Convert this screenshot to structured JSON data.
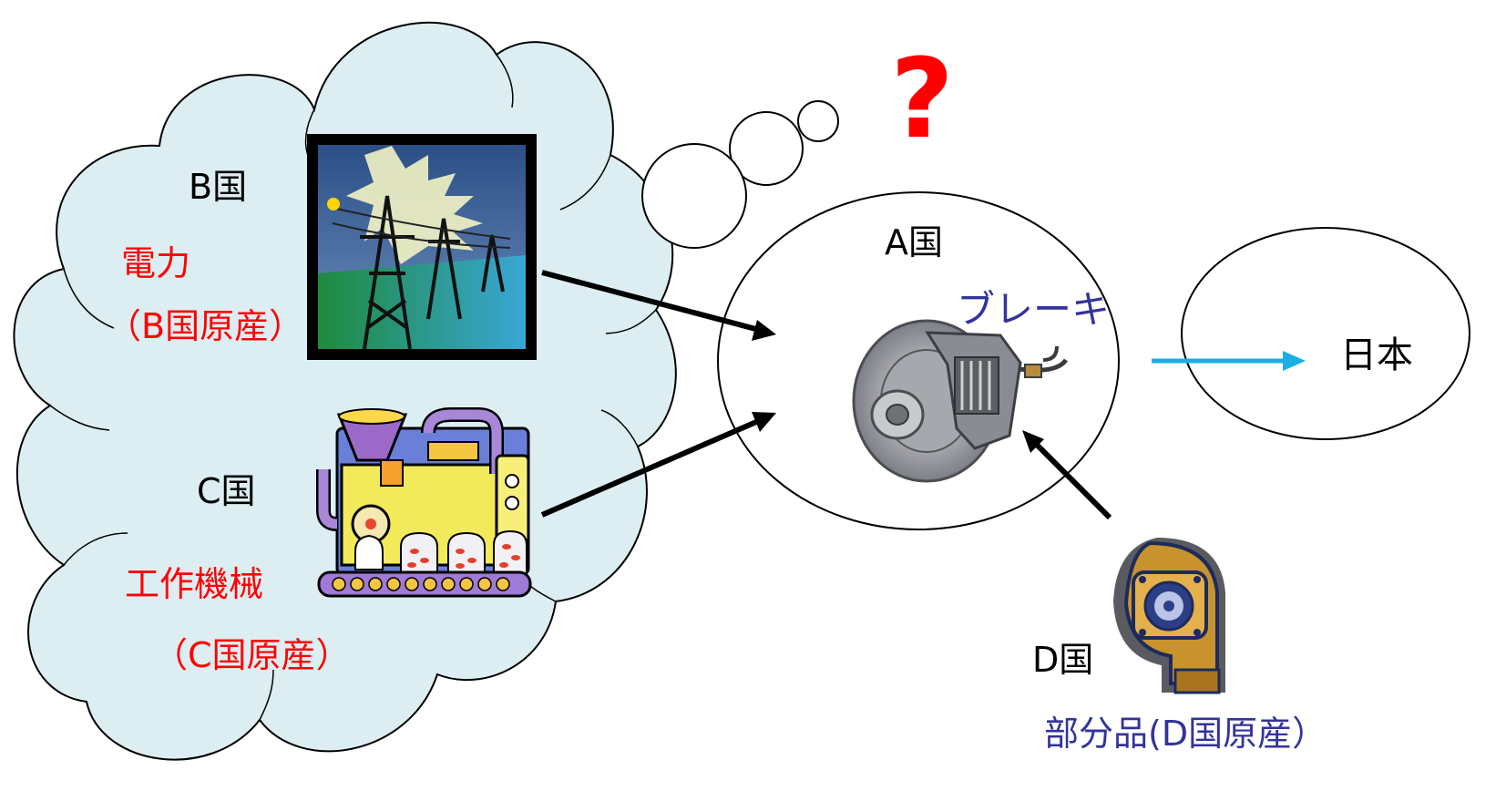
{
  "colors": {
    "cloud_fill": "#ddeef3",
    "outline": "#000000",
    "black_text": "#000000",
    "red_text": "#ff0000",
    "navy_text": "#33339a",
    "arrow_black": "#000000",
    "arrow_blue": "#1aaee5",
    "question_mark": "#ff0000"
  },
  "question_mark": "?",
  "countries": {
    "b": "B国",
    "c": "C国",
    "a": "A国",
    "d": "D国",
    "japan": "日本"
  },
  "inputs": {
    "power": {
      "name": "電力",
      "origin": "（B国原産）",
      "icon": "power-transmission-tower-icon"
    },
    "machine_tool": {
      "name": "工作機械",
      "origin": "（C国原産）",
      "icon": "factory-machine-icon"
    },
    "parts": {
      "name": "部分品(D国原産）",
      "icon": "turbocharger-part-icon"
    }
  },
  "product": {
    "name": "ブレーキ",
    "icon": "brake-assembly-icon"
  }
}
